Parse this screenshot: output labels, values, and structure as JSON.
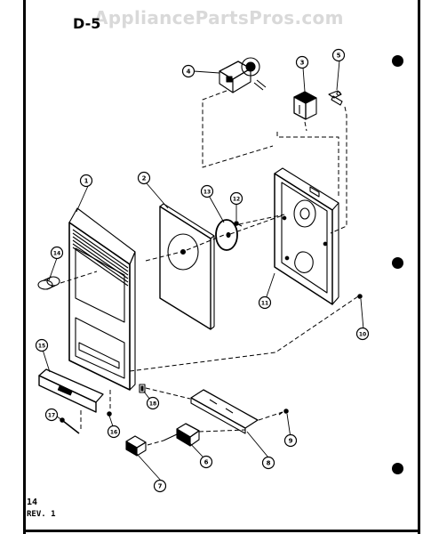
{
  "header": {
    "section_label": "D-5",
    "watermark": "AppliancePartsPros.com"
  },
  "footer": {
    "page_number": "14",
    "revision": "REV. 1"
  },
  "callouts": [
    {
      "id": "1",
      "part": "front-panel"
    },
    {
      "id": "2",
      "part": "rear-panel"
    },
    {
      "id": "3",
      "part": "switch-block"
    },
    {
      "id": "4",
      "part": "motor"
    },
    {
      "id": "5",
      "part": "clip"
    },
    {
      "id": "6",
      "part": "switch"
    },
    {
      "id": "7",
      "part": "switch-cap"
    },
    {
      "id": "8",
      "part": "bracket"
    },
    {
      "id": "9",
      "part": "screw"
    },
    {
      "id": "10",
      "part": "screw"
    },
    {
      "id": "11",
      "part": "housing"
    },
    {
      "id": "12",
      "part": "screw"
    },
    {
      "id": "13",
      "part": "fan-disc"
    },
    {
      "id": "14",
      "part": "knob"
    },
    {
      "id": "15",
      "part": "name-plate"
    },
    {
      "id": "16",
      "part": "screw"
    },
    {
      "id": "17",
      "part": "pin"
    },
    {
      "id": "18",
      "part": "clip"
    }
  ]
}
